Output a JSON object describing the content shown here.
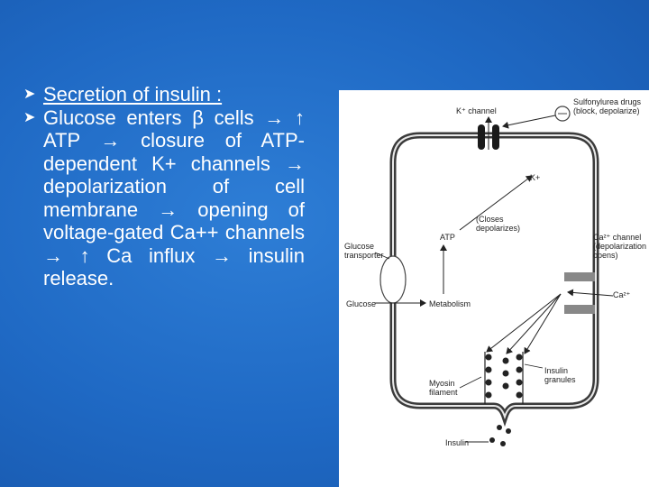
{
  "bullets": [
    {
      "text": "Secretion of insulin :",
      "underline": true
    },
    {
      "text": "Glucose enters β cells → ↑ ATP → closure of ATP-dependent K+ channels → depolarization of cell membrane → opening of voltage-gated Ca++ channels → ↑ Ca influx → insulin release.",
      "underline": false
    }
  ],
  "figure": {
    "labels": {
      "k_channel": "K⁺ channel",
      "sulfonylurea": "Sulfonylurea drugs\n(block, depolarize)",
      "k_ion": "K+",
      "closes": "(Closes\ndepolarizes)",
      "atp": "ATP",
      "glucose_transporter": "Glucose\ntransporter",
      "ca_channel": "Ca²⁺ channel\n(depolarization\nopens)",
      "ca_ion": "Ca²⁺",
      "glucose": "Glucose",
      "metabolism": "Metabolism",
      "myosin": "Myosin\nfilament",
      "insulin_granules": "Insulin\ngranules",
      "insulin": "Insulin"
    }
  }
}
